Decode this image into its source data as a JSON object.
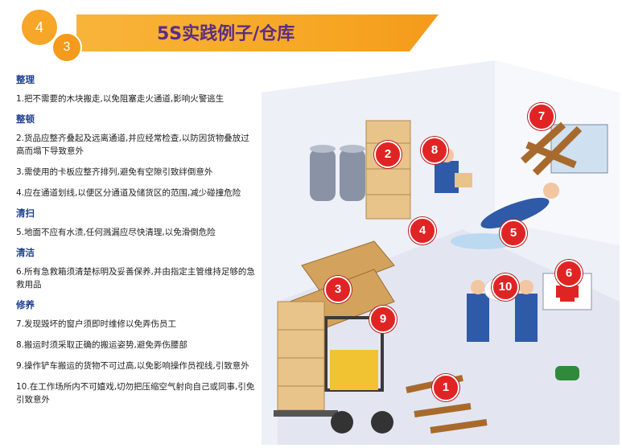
{
  "header": {
    "badge_big": "4",
    "badge_small": "3",
    "title": "5S实践例子/仓库"
  },
  "sections": [
    {
      "heading": "整理",
      "items": [
        "1.把不需要的木块搬走,以免阻塞走火通道,影响火警逃生"
      ]
    },
    {
      "heading": "整顿",
      "items": [
        "2.货品应整齐叠起及远离通道,并应经常检查,以防因货物叠放过高而塌下导致意外",
        "3.需使用的卡板应整齐排列,避免有空隙引致绊倒意外",
        "4.应在通道划线,以便区分通道及储货区的范围,减少碰撞危险"
      ]
    },
    {
      "heading": "清扫",
      "items": [
        "5.地面不应有水渍,任何溅漏应尽快清理,以免滑倒危险"
      ]
    },
    {
      "heading": "清洁",
      "items": [
        "6.所有急救箱须清楚标明及妥善保养,并由指定主管维持足够的急救用品"
      ]
    },
    {
      "heading": "修养",
      "items": [
        "7.发现毁坏的窗户须即时维修以免弄伤员工",
        "8.搬运时须采取正确的搬运姿势,避免弄伤腰部",
        "9.操作铲车搬运的货物不可过高,以免影响操作员视线,引致意外",
        "10.在工作场所内不可嬉戏,切勿把压缩空气射向自己或同事,引免引致意外"
      ]
    }
  ],
  "markers": [
    "1",
    "2",
    "3",
    "4",
    "5",
    "6",
    "7",
    "8",
    "9",
    "10"
  ],
  "colors": {
    "title_bar": "#f6a623",
    "title_text": "#5b2d86",
    "heading": "#1d3f8f",
    "marker": "#e02424"
  }
}
